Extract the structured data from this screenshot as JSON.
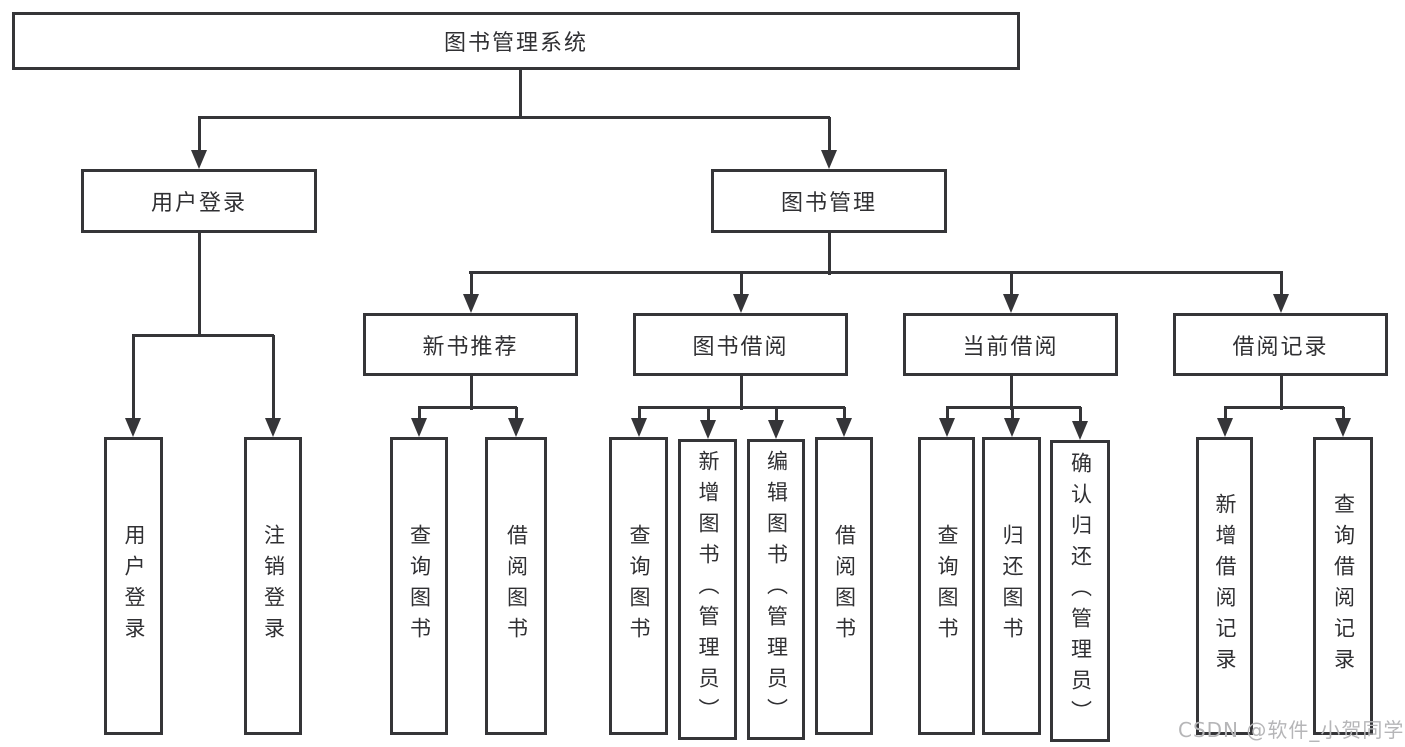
{
  "diagram": {
    "title": "图书管理系统",
    "nodes": [
      {
        "id": "root",
        "label": "图书管理系统",
        "level": 1,
        "parent": null
      },
      {
        "id": "user-login",
        "label": "用户登录",
        "level": 2,
        "parent": "root"
      },
      {
        "id": "book-mgmt",
        "label": "图书管理",
        "level": 2,
        "parent": "root"
      },
      {
        "id": "new-book-rec",
        "label": "新书推荐",
        "level": 3,
        "parent": "book-mgmt"
      },
      {
        "id": "book-borrow",
        "label": "图书借阅",
        "level": 3,
        "parent": "book-mgmt"
      },
      {
        "id": "current-borrow",
        "label": "当前借阅",
        "level": 3,
        "parent": "book-mgmt"
      },
      {
        "id": "borrow-records",
        "label": "借阅记录",
        "level": 3,
        "parent": "book-mgmt"
      },
      {
        "id": "leaf-user-login",
        "label": "用户登录",
        "level": 4,
        "parent": "user-login"
      },
      {
        "id": "leaf-logout",
        "label": "注销登录",
        "level": 4,
        "parent": "user-login"
      },
      {
        "id": "leaf-query-book-1",
        "label": "查询图书",
        "level": 4,
        "parent": "new-book-rec"
      },
      {
        "id": "leaf-borrow-book-1",
        "label": "借阅图书",
        "level": 4,
        "parent": "new-book-rec"
      },
      {
        "id": "leaf-query-book-2",
        "label": "查询图书",
        "level": 4,
        "parent": "book-borrow"
      },
      {
        "id": "leaf-add-book",
        "label": "新增图书（管理员）",
        "level": 4,
        "parent": "book-borrow"
      },
      {
        "id": "leaf-edit-book",
        "label": "编辑图书（管理员）",
        "level": 4,
        "parent": "book-borrow"
      },
      {
        "id": "leaf-borrow-book-2",
        "label": "借阅图书",
        "level": 4,
        "parent": "book-borrow"
      },
      {
        "id": "leaf-query-book-3",
        "label": "查询图书",
        "level": 4,
        "parent": "current-borrow"
      },
      {
        "id": "leaf-return-book",
        "label": "归还图书",
        "level": 4,
        "parent": "current-borrow"
      },
      {
        "id": "leaf-confirm-return",
        "label": "确认归还（管理员）",
        "level": 4,
        "parent": "current-borrow"
      },
      {
        "id": "leaf-add-record",
        "label": "新增借阅记录",
        "level": 4,
        "parent": "borrow-records"
      },
      {
        "id": "leaf-query-record",
        "label": "查询借阅记录",
        "level": 4,
        "parent": "borrow-records"
      }
    ]
  },
  "watermark": {
    "text": "CSDN @软件_小贺同学"
  },
  "colors": {
    "stroke": "#353538",
    "text": "#303033",
    "watermark": "#b6b6b8",
    "background": "#ffffff"
  }
}
